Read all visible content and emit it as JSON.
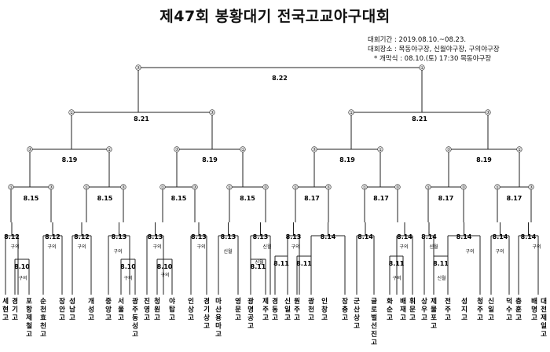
{
  "title": "제47회 봉황대기 전국고교야구대회",
  "info": {
    "period": "대회기간 : 2019.08.10.~08.23.",
    "venue": "대회장소 : 목동야구장, 신월야구장, 구의야구장",
    "opening": "* 개막식 : 08.10.(토) 17:30 목동야구장"
  },
  "teams": [
    "세현고",
    "경기고",
    "포항제철고",
    "순천효천고",
    "장안고",
    "성남고",
    "개성고",
    "중앙고",
    "서울고",
    "광주동성고",
    "진영고",
    "청원고",
    "야탑고",
    "인상고",
    "경기상고",
    "마산용마고",
    "영문고",
    "광명공고",
    "제주고",
    "경동고",
    "신일고",
    "원주고",
    "광천고",
    "인창고",
    "장충고",
    "군산상고",
    "글로벌선진고",
    "화순고",
    "배재고",
    "휘문고",
    "상우고",
    "제물포고",
    "전주고",
    "성지고",
    "청주고",
    "신일고",
    "덕수고",
    "충훈고",
    "배명고",
    "대전제일고"
  ],
  "dates": {
    "final": "8.22",
    "semi": [
      "8.21",
      "8.21"
    ],
    "quarter": [
      "8.19",
      "8.19",
      "8.19",
      "8.19"
    ],
    "r16": [
      "8.15",
      "8.15",
      "8.15",
      "8.15",
      "8.17",
      "8.17",
      "8.17",
      "8.17"
    ],
    "r32": [
      "8.12",
      "8.12",
      "8.12",
      "8.13",
      "8.13",
      "8.13",
      "8.13",
      "8.13",
      "8.13",
      "8.14",
      "8.14",
      "8.14",
      "8.14",
      "8.14",
      "8.14",
      "8.14"
    ],
    "r64": [
      "8.10",
      "8.10",
      "8.10",
      "8.11",
      "8.11",
      "8.11",
      "8.11",
      "8.11"
    ]
  },
  "venues": [
    "구의",
    "구의",
    "구의",
    "구의",
    "구의",
    "구의",
    "구의",
    "신월",
    "신월",
    "신월",
    "구의",
    "구의",
    "구의",
    "구의",
    "구의",
    "신월",
    "신월",
    "구의",
    "구의",
    "구의"
  ],
  "field_marks": [
    "①",
    "②",
    "③"
  ]
}
